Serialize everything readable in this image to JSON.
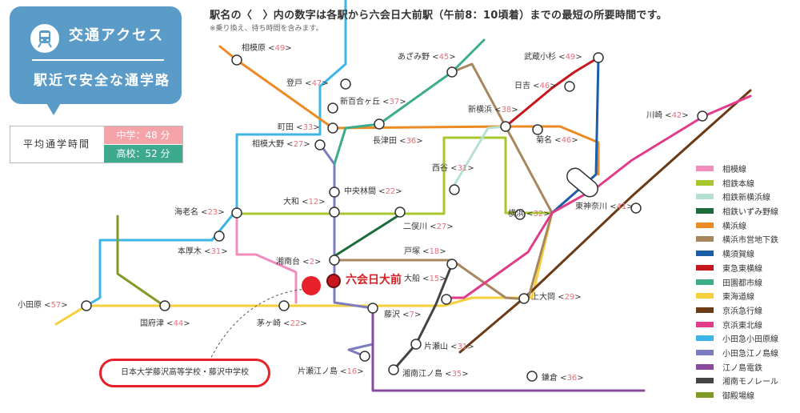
{
  "badge": {
    "title": "交通アクセス",
    "subtitle": "駅近で安全な通学路"
  },
  "avg_time": {
    "label": "平均通学時間",
    "junior_high": "中学：48 分",
    "high_school": "高校：52 分"
  },
  "headline": "駅名の〈　〉内の数字は各駅から六会日大前駅（午前8：10頃着）までの最短の所要時間です。",
  "note": "※乗り換え、待ち時間を含みます。",
  "school_name": "日本大学藤沢高等学校・藤沢中学校",
  "home_station": "六会日大前",
  "stations": [
    {
      "id": "sagamihara",
      "name": "相模原",
      "minutes": "49",
      "suffix": ""
    },
    {
      "id": "azamino",
      "name": "あざみ野",
      "minutes": "45",
      "suffix": ""
    },
    {
      "id": "musashikosugi",
      "name": "武蔵小杉",
      "minutes": "49",
      "suffix": ""
    },
    {
      "id": "noborito",
      "name": "登戸",
      "minutes": "47",
      "suffix": ""
    },
    {
      "id": "shinyurigaoka",
      "name": "新百合ヶ丘",
      "minutes": "37",
      "suffix": ""
    },
    {
      "id": "hiyoshi",
      "name": "日吉",
      "minutes": "46",
      "suffix": ""
    },
    {
      "id": "shinyokohama",
      "name": "新横浜",
      "minutes": "38",
      "suffix": ""
    },
    {
      "id": "machida",
      "name": "町田",
      "minutes": "33",
      "suffix": ""
    },
    {
      "id": "nagatsuta",
      "name": "長津田",
      "minutes": "36",
      "suffix": ""
    },
    {
      "id": "kikuna",
      "name": "菊名",
      "minutes": "46",
      "suffix": ""
    },
    {
      "id": "kawasaki",
      "name": "川崎",
      "minutes": "42",
      "suffix": ""
    },
    {
      "id": "sagamiono",
      "name": "相模大野",
      "minutes": "27",
      "suffix": ""
    },
    {
      "id": "nishiya",
      "name": "西谷",
      "minutes": "31",
      "suffix": ""
    },
    {
      "id": "chuorinkan",
      "name": "中央林間",
      "minutes": "22",
      "suffix": ""
    },
    {
      "id": "yamato",
      "name": "大和",
      "minutes": "12",
      "suffix": ""
    },
    {
      "id": "yokohama",
      "name": "横浜",
      "minutes": "32",
      "suffix": ""
    },
    {
      "id": "higashikanagawa",
      "name": "東神奈川",
      "minutes": "41",
      "suffix": ""
    },
    {
      "id": "ebina",
      "name": "海老名",
      "minutes": "23",
      "suffix": ""
    },
    {
      "id": "futamatagawa",
      "name": "二俣川",
      "minutes": "27",
      "suffix": ""
    },
    {
      "id": "honatsugi",
      "name": "本厚木",
      "minutes": "31",
      "suffix": ""
    },
    {
      "id": "totsuka",
      "name": "戸塚",
      "minutes": "18",
      "suffix": ""
    },
    {
      "id": "shonandai",
      "name": "湘南台",
      "minutes": "2",
      "suffix": ""
    },
    {
      "id": "ofuna",
      "name": "大船",
      "minutes": "15",
      "suffix": ""
    },
    {
      "id": "odawara",
      "name": "小田原",
      "minutes": "57",
      "suffix": ""
    },
    {
      "id": "kozu",
      "name": "国府津",
      "minutes": "44",
      "suffix": ""
    },
    {
      "id": "chigasaki",
      "name": "茅ヶ崎",
      "minutes": "22",
      "suffix": ""
    },
    {
      "id": "fujisawa",
      "name": "藤沢",
      "minutes": "7",
      "suffix": ""
    },
    {
      "id": "kamiooka",
      "name": "上大岡",
      "minutes": "29",
      "suffix": ""
    },
    {
      "id": "katase",
      "name": "片瀬山",
      "minutes": "31",
      "suffix": ""
    },
    {
      "id": "katasenoshima",
      "name": "片瀬江ノ島",
      "minutes": "16",
      "suffix": ""
    },
    {
      "id": "shonanenoshima",
      "name": "湘南江ノ島",
      "minutes": "35",
      "suffix": ""
    },
    {
      "id": "kamakura",
      "name": "鎌倉",
      "minutes": "36",
      "suffix": ""
    }
  ],
  "lines": [
    {
      "name": "相模線",
      "color": "#f08dbd"
    },
    {
      "name": "相鉄本線",
      "color": "#a7c72e"
    },
    {
      "name": "相鉄新横浜線",
      "color": "#b6e1d2"
    },
    {
      "name": "相鉄いずみ野線",
      "color": "#1b6c3a"
    },
    {
      "name": "横浜線",
      "color": "#ec8a23"
    },
    {
      "name": "横浜市営地下鉄",
      "color": "#a8875e"
    },
    {
      "name": "横須賀線",
      "color": "#1c5da8"
    },
    {
      "name": "東急東横線",
      "color": "#c8161e"
    },
    {
      "name": "田園都市線",
      "color": "#3dac8a"
    },
    {
      "name": "東海道線",
      "color": "#f5cf3c"
    },
    {
      "name": "京浜急行線",
      "color": "#6b3a16"
    },
    {
      "name": "京浜東北線",
      "color": "#e03c8a"
    },
    {
      "name": "小田急小田原線",
      "color": "#3db5e6"
    },
    {
      "name": "小田急江ノ島線",
      "color": "#7c7cc1"
    },
    {
      "name": "江ノ島電鉄",
      "color": "#8a4b9f"
    },
    {
      "name": "湘南モノレール",
      "color": "#444444"
    },
    {
      "name": "御殿場線",
      "color": "#7f9b26"
    }
  ]
}
